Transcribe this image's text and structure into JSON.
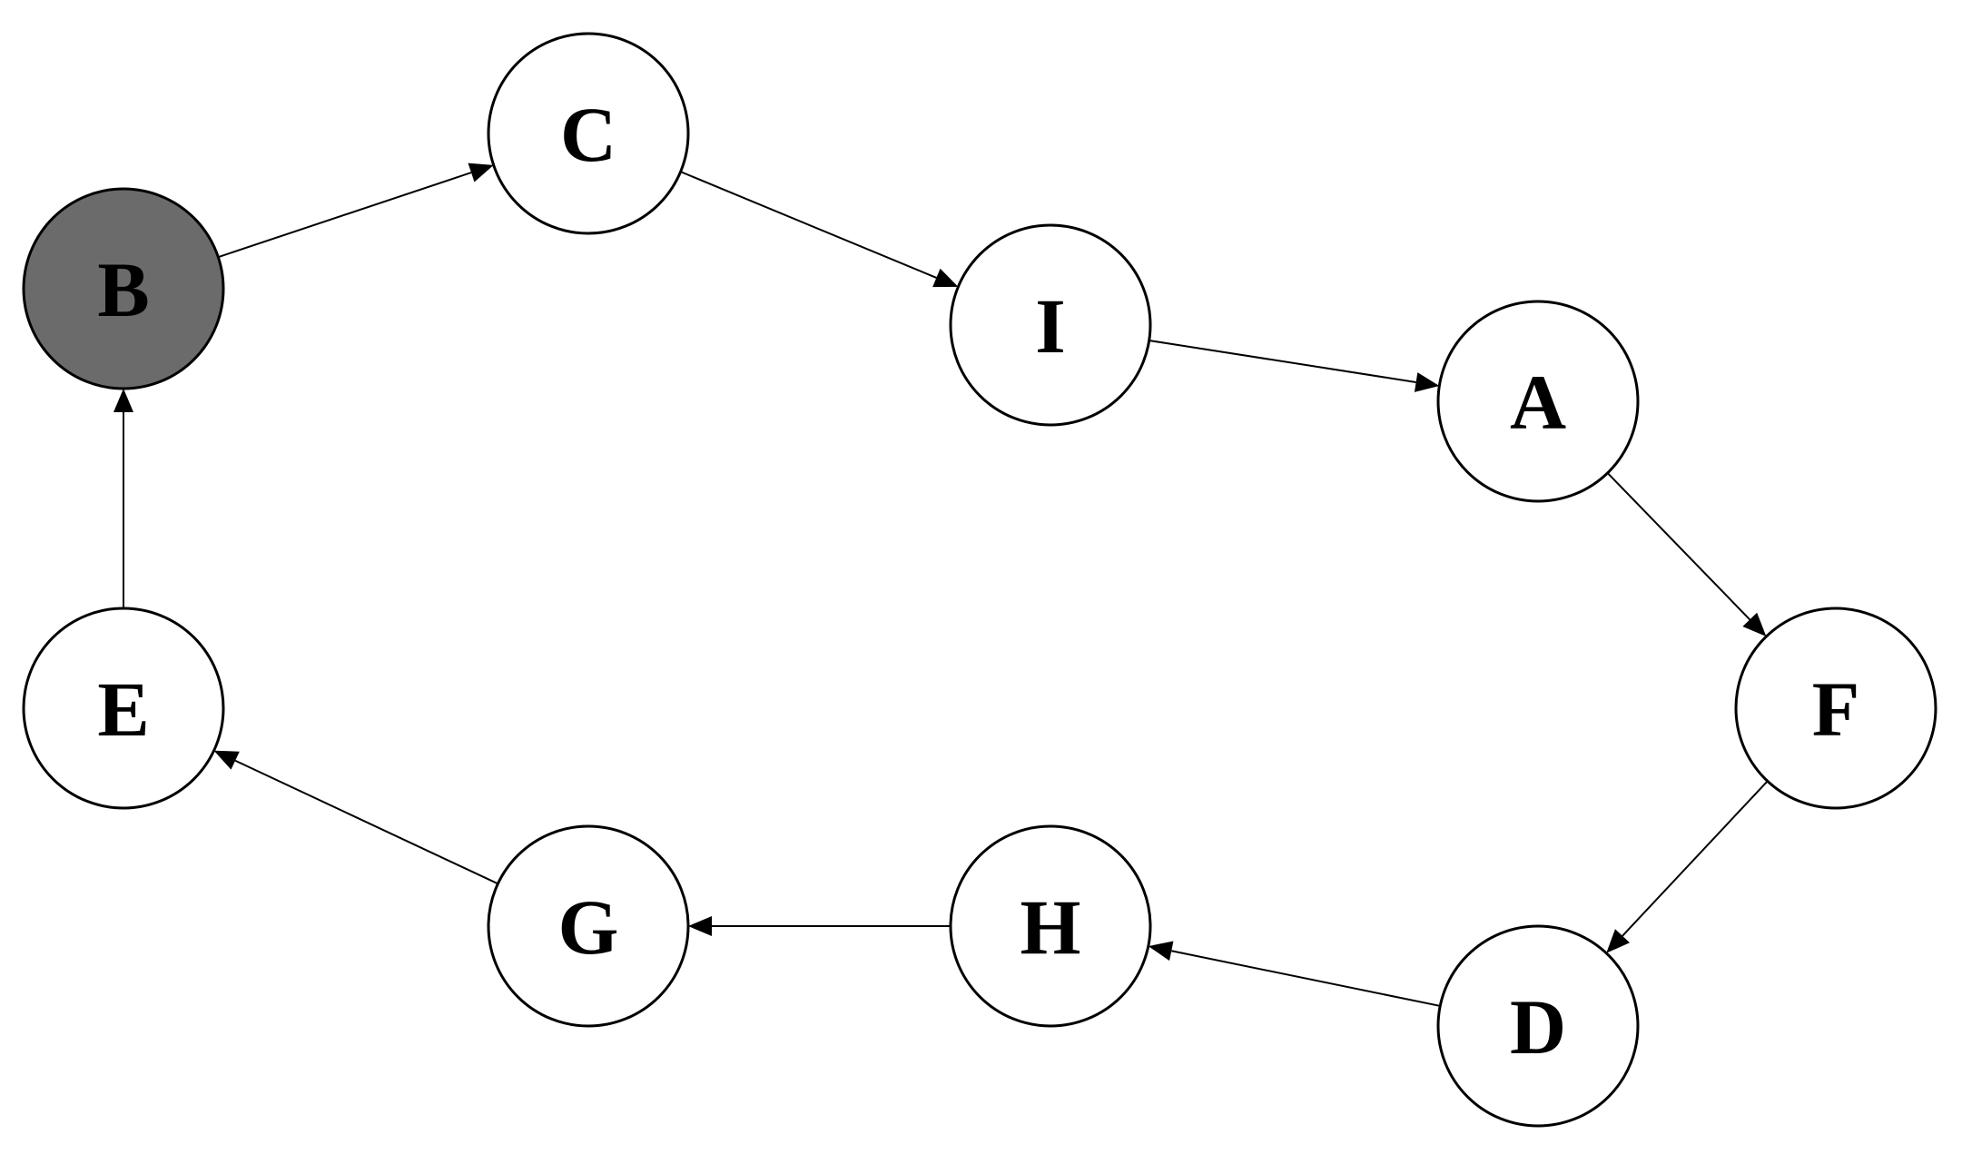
{
  "diagram": {
    "type": "directed-cycle",
    "colors": {
      "default_fill": "#ffffff",
      "highlight_fill": "#6b6b6b",
      "stroke": "#000000",
      "background": "#ffffff"
    },
    "nodes": [
      {
        "id": "B",
        "label": "B",
        "highlighted": true
      },
      {
        "id": "C",
        "label": "C",
        "highlighted": false
      },
      {
        "id": "I",
        "label": "I",
        "highlighted": false
      },
      {
        "id": "A",
        "label": "A",
        "highlighted": false
      },
      {
        "id": "F",
        "label": "F",
        "highlighted": false
      },
      {
        "id": "D",
        "label": "D",
        "highlighted": false
      },
      {
        "id": "H",
        "label": "H",
        "highlighted": false
      },
      {
        "id": "G",
        "label": "G",
        "highlighted": false
      },
      {
        "id": "E",
        "label": "E",
        "highlighted": false
      }
    ],
    "edges": [
      {
        "from": "B",
        "to": "C"
      },
      {
        "from": "C",
        "to": "I"
      },
      {
        "from": "I",
        "to": "A"
      },
      {
        "from": "A",
        "to": "F"
      },
      {
        "from": "F",
        "to": "D"
      },
      {
        "from": "D",
        "to": "H"
      },
      {
        "from": "H",
        "to": "G"
      },
      {
        "from": "G",
        "to": "E"
      },
      {
        "from": "E",
        "to": "B"
      }
    ]
  }
}
